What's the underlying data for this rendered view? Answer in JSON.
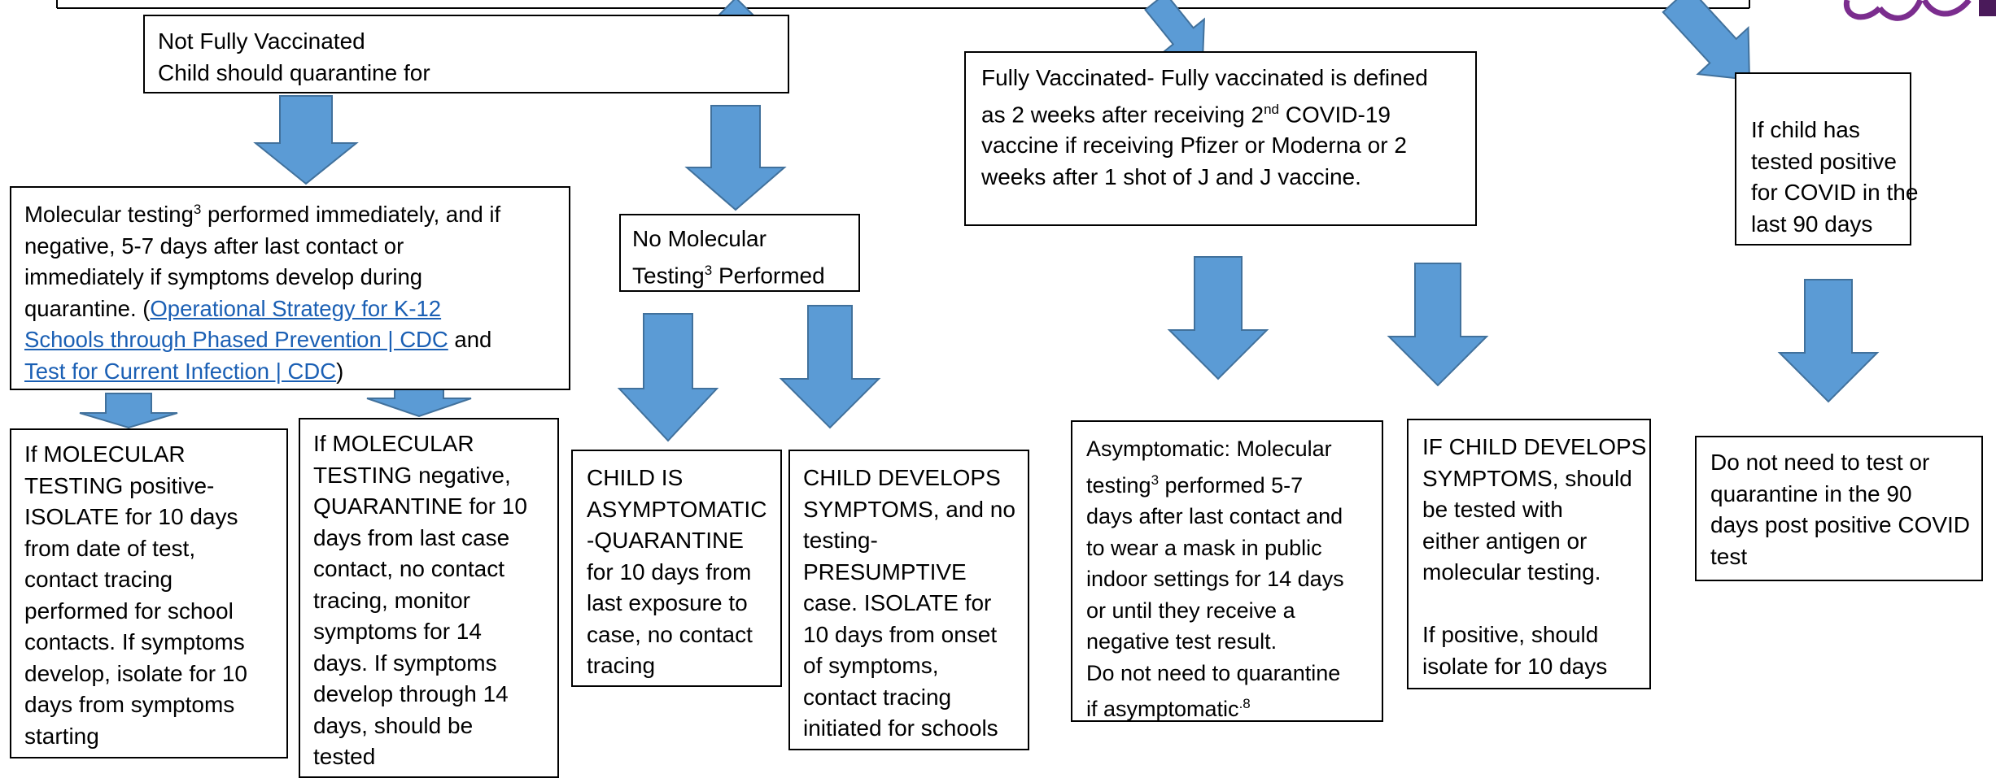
{
  "colors": {
    "arrow_fill": "#5b9bd5",
    "arrow_stroke": "#41719c",
    "link": "#1a5fb4",
    "logo": "#7b2d8e"
  },
  "boxes": {
    "not_vaccinated": {
      "line1": "Not Fully Vaccinated",
      "line2": "Child should quarantine for"
    },
    "molecular_testing": {
      "l1_pre": "Molecular testing",
      "l1_sup": "3",
      "l1_post": " performed immediately, and if",
      "l2": "negative,  5-7 days after last contact or",
      "l3": "immediately if symptoms develop during",
      "l4_pre": "quarantine. (",
      "l4_link": "Operational Strategy for K-12",
      "l5_link": "Schools through Phased Prevention | CDC",
      "l5_post": "  and",
      "l6_link": "Test for Current Infection | CDC",
      "l6_post": ")"
    },
    "no_molecular": {
      "l1": "No Molecular",
      "l2_pre": "Testing",
      "l2_sup": "3",
      "l2_post": " Performed"
    },
    "molecular_positive": {
      "lines": [
        "If MOLECULAR",
        "TESTING positive-",
        "ISOLATE for 10 days",
        "from date of test,",
        "contact tracing",
        "performed for school",
        "contacts.  If symptoms",
        "develop, isolate for 10",
        "days from symptoms",
        "starting"
      ]
    },
    "molecular_negative": {
      "lines": [
        "If MOLECULAR",
        "TESTING negative,",
        "QUARANTINE for 10",
        "days from last case",
        "contact, no contact",
        "tracing, monitor",
        "symptoms for 14",
        "days.  If symptoms",
        "develop through 14",
        "days, should be",
        "tested"
      ]
    },
    "child_asymptomatic": {
      "lines": [
        "CHILD IS",
        "ASYMPTOMATIC",
        "-QUARANTINE",
        "for 10 days from",
        "last exposure to",
        "case, no contact",
        "tracing"
      ]
    },
    "child_symptoms": {
      "lines": [
        "CHILD DEVELOPS",
        "SYMPTOMS, and no",
        "testing-",
        "PRESUMPTIVE",
        "case.  ISOLATE for",
        "10 days from onset",
        "of symptoms,",
        "contact tracing",
        "initiated for schools"
      ]
    },
    "fully_vaccinated": {
      "l1": "Fully Vaccinated- Fully vaccinated is defined",
      "l2_pre": "as 2 weeks after receiving 2",
      "l2_sup": "nd",
      "l2_post": " COVID-19",
      "l3": "vaccine if receiving Pfizer or Moderna or 2",
      "l4": "weeks after 1 shot of J and J vaccine."
    },
    "asymptomatic_vaccinated": {
      "l1": "Asymptomatic: Molecular",
      "l2_pre": "testing",
      "l2_sup": "3",
      "l2_post": " performed 5-7",
      "l3": "days after last contact and",
      "l4": "to wear a mask in public",
      "l5": "indoor settings for 14 days",
      "l6": "or until they receive a",
      "l7": "negative test result.",
      "l8": "Do not need to quarantine",
      "l9_pre": "if asymptomatic",
      "l9_sup": ".8"
    },
    "vaccinated_symptoms": {
      "lines": [
        "IF CHILD DEVELOPS",
        "SYMPTOMS, should",
        "be tested with",
        "either antigen or",
        "molecular testing.",
        "",
        "If positive, should",
        "isolate for 10 days"
      ]
    },
    "tested_positive_90": {
      "lines": [
        "If child has",
        "tested positive",
        "for COVID in the",
        "last 90 days"
      ]
    },
    "no_test_needed": {
      "lines": [
        "Do not need to test or",
        "quarantine in the 90",
        "days post positive COVID",
        "test"
      ]
    }
  }
}
